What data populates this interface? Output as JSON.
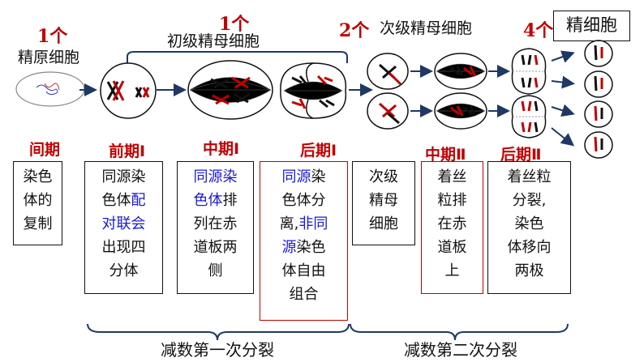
{
  "top": {
    "count_spermatogonium": "1个",
    "label_spermatogonium": "精原细胞",
    "count_primary": "1个",
    "label_primary": "初级精母细胞",
    "count_secondary": "2个",
    "label_secondary": "次级精母细胞",
    "count_spermatid": "4个",
    "label_spermatid": "精细胞"
  },
  "stages": {
    "interphase": "间期",
    "prophase1": "前期Ⅰ",
    "metaphase1": "中期Ⅰ",
    "anaphase1": "后期Ⅰ",
    "metaphase2": "中期Ⅱ",
    "anaphase2": "后期Ⅱ"
  },
  "boxes": {
    "interphase": [
      "染色",
      "体的",
      "复制"
    ],
    "prophase1": {
      "l1": "同源染",
      "l2a": "色体",
      "l2b": "配",
      "l3": "对联会",
      "l4": "出现四",
      "l5": "分体"
    },
    "metaphase1": {
      "l1": "同源染",
      "l2a": "色体",
      "l2b": "排",
      "l3": "列在赤",
      "l4": "道板两",
      "l5": "侧"
    },
    "anaphase1": {
      "l1a": "同源",
      "l1b": "染",
      "l2": "色体分",
      "l3a": "离,",
      "l3b": "非同",
      "l4a": "源",
      "l4b": "染色",
      "l5": "体自由",
      "l6": "组合"
    },
    "secondary": [
      "次级",
      "精母",
      "细胞"
    ],
    "metaphase2": [
      "着丝",
      "粒排",
      "在赤",
      "道板",
      "上"
    ],
    "anaphase2": [
      "着丝粒",
      "分裂,",
      "染色",
      "体移向",
      "两极"
    ]
  },
  "bottom": {
    "meiosis1": "减数第一次分裂",
    "meiosis2": "减数第二次分裂"
  },
  "colors": {
    "red": "#c00000",
    "blue": "#1a1ad6",
    "black": "#111111"
  }
}
